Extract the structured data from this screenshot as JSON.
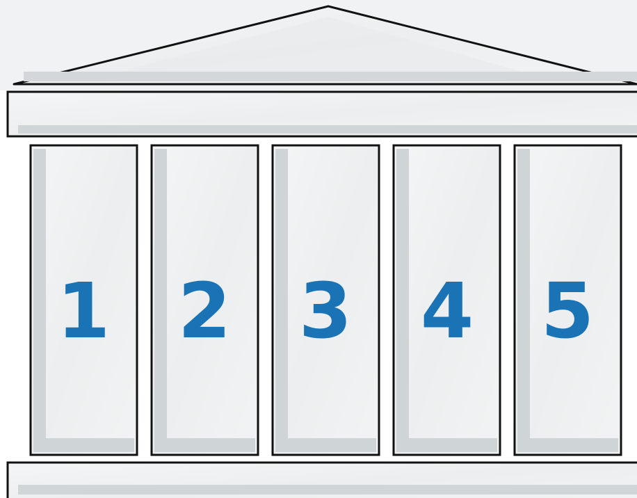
{
  "diagram": {
    "pillars": [
      {
        "label": "1"
      },
      {
        "label": "2"
      },
      {
        "label": "3"
      },
      {
        "label": "4"
      },
      {
        "label": "5"
      }
    ]
  },
  "colors": {
    "number": "#1a73b5",
    "stone": "#eef0f1",
    "shadow": "#cdd2d6",
    "outline": "#111111",
    "background": "#ffffff"
  }
}
